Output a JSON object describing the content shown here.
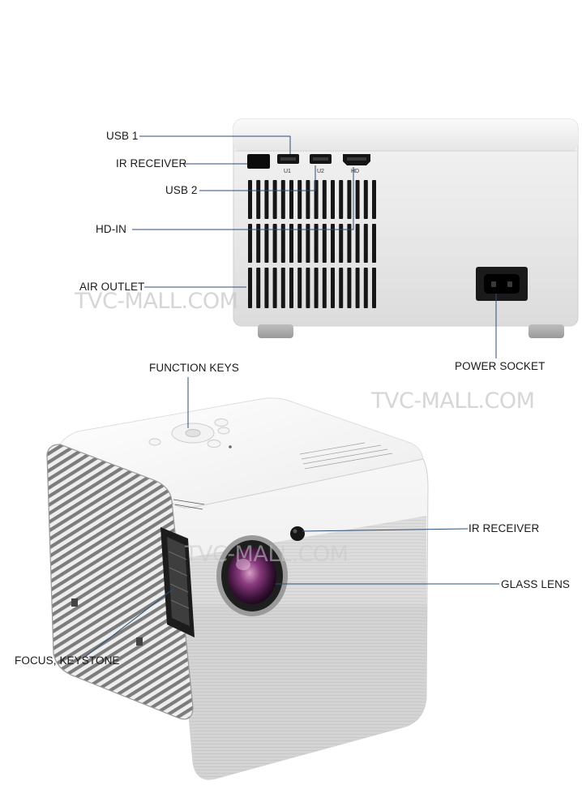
{
  "watermark": "TVC-MALL.COM",
  "labels": {
    "usb1": "USB 1",
    "ir_receiver_back": "IR RECEIVER",
    "usb2": "USB 2",
    "hd_in": "HD-IN",
    "air_outlet": "AIR OUTLET",
    "power_socket": "POWER SOCKET",
    "function_keys": "FUNCTION KEYS",
    "ir_receiver_front": "IR RECEIVER",
    "glass_lens": "GLASS LENS",
    "focus_keystone": "FOCUS, KEYSTONE"
  },
  "port_marks": {
    "u1": "U1",
    "u2": "U2",
    "hd": "HD"
  },
  "colors": {
    "leader_line": "#2c4e78",
    "body_white": "#f4f4f4",
    "lens_purple": "#6b2a6e"
  }
}
